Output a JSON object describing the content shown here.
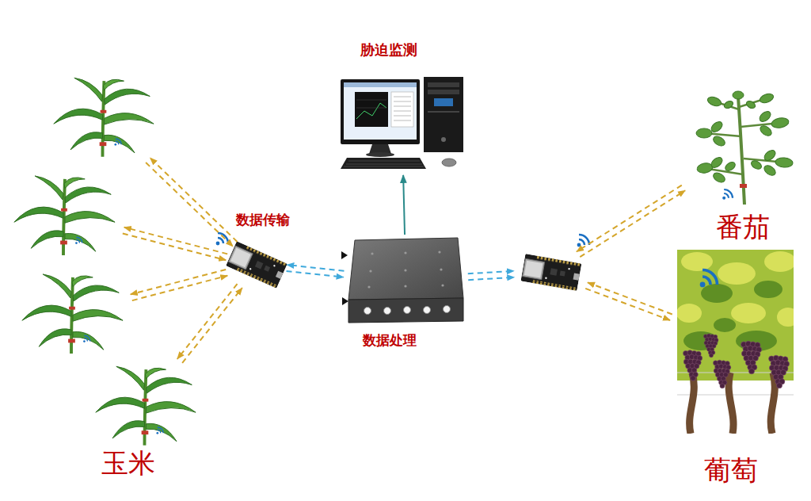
{
  "diagram": {
    "nodes": [
      {
        "text": [
          "玉米"
        ]
      },
      {
        "text": [],
        "in": 0
      },
      {
        "text": [],
        "in": 0
      },
      {
        "text": [],
        "in": 0
      },
      {
        "text": [],
        "in": 0
      },
      {
        "text": [
          "胁迫监测"
        ]
      },
      {
        "text": [
          "数据传输"
        ]
      },
      {
        "text": [
          "数据处理"
        ]
      },
      {
        "text": []
      },
      {
        "text": [
          "番茄"
        ]
      },
      {
        "text": [
          "葡萄"
        ]
      }
    ],
    "edges": [
      {
        "from": 6,
        "to": 1,
        "arrow": "both"
      },
      {
        "from": 6,
        "to": 2,
        "arrow": "both"
      },
      {
        "from": 6,
        "to": 3,
        "arrow": "both"
      },
      {
        "from": 6,
        "to": 4,
        "arrow": "both"
      },
      {
        "from": 6,
        "to": 7,
        "arrow": "both"
      },
      {
        "from": 7,
        "to": 8,
        "arrow": "to"
      },
      {
        "from": 7,
        "to": 5,
        "arrow": "to"
      },
      {
        "from": 8,
        "to": 9,
        "arrow": "both"
      },
      {
        "from": 8,
        "to": 10,
        "arrow": "both"
      }
    ]
  }
}
